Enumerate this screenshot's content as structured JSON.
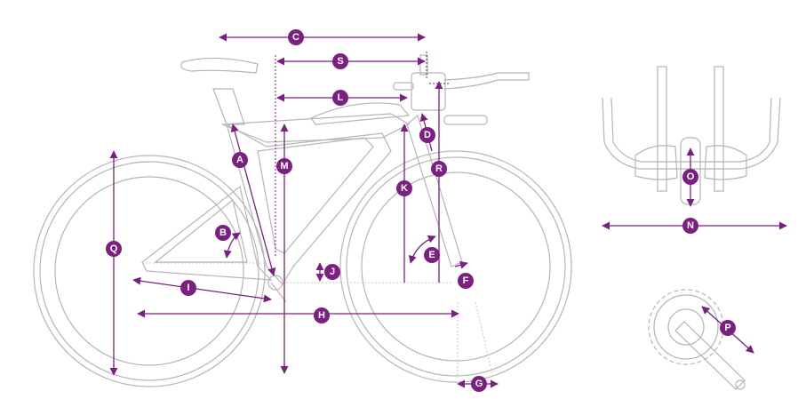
{
  "title": "Bike geometry diagram",
  "accent_color": "#7b1f82",
  "labels": {
    "A": "A",
    "B": "B",
    "C": "C",
    "D": "D",
    "E": "E",
    "F": "F",
    "G": "G",
    "H": "H",
    "I": "I",
    "J": "J",
    "K": "K",
    "L": "L",
    "M": "M",
    "N": "N",
    "O": "O",
    "P": "P",
    "Q": "Q",
    "R": "R",
    "S": "S"
  }
}
